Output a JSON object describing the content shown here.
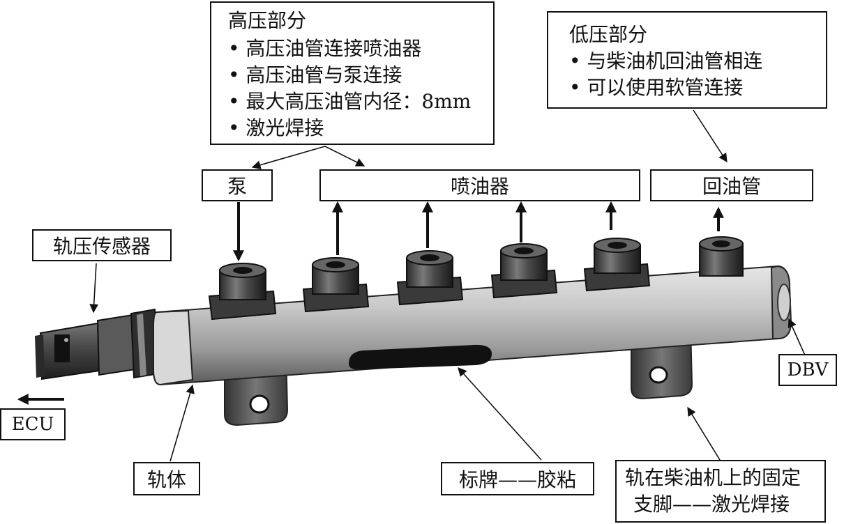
{
  "high_pressure": {
    "title": "高压部分",
    "items": [
      "• 高压油管连接喷油器",
      "• 高压油管与泵连接",
      "• 最大高压油管内径：8mm",
      "• 激光焊接"
    ]
  },
  "low_pressure": {
    "title": "低压部分",
    "items": [
      "• 与柴油机回油管相连",
      "• 可以使用软管连接"
    ]
  },
  "labels": {
    "pump": "泵",
    "injector": "喷油器",
    "return_pipe": "回油管",
    "rail_pressure_sensor": "轨压传感器",
    "ecu": "ECU",
    "rail_body": "轨体",
    "nameplate": "标牌——胶粘",
    "bracket_line1": "轨在柴油机上的固定",
    "bracket_line2": "支脚——激光焊接",
    "dbv": "DBV"
  }
}
